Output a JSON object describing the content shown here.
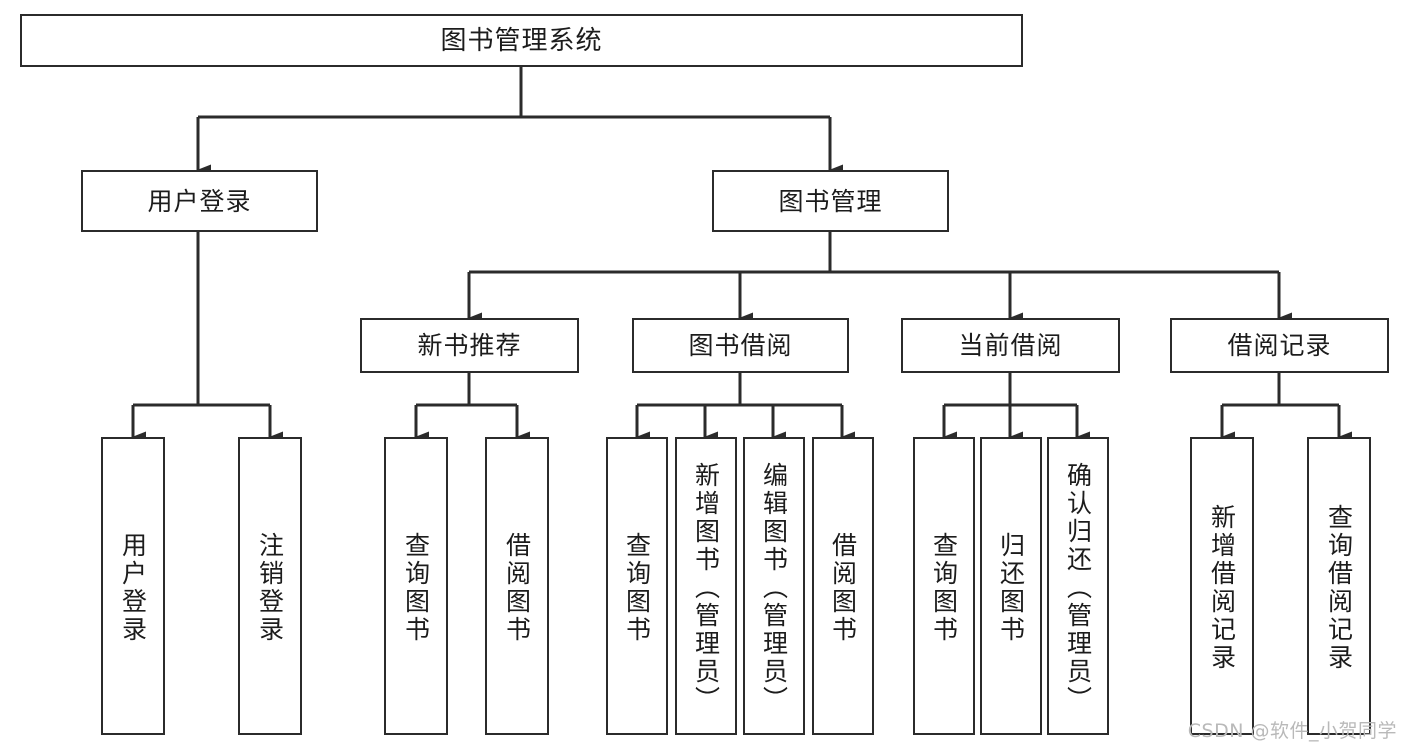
{
  "diagram": {
    "type": "tree-hierarchy-chart",
    "title": "图书管理系统",
    "background_color": "#ffffff",
    "line_color": "#2b2b2b",
    "box_border_color": "#2b2b2b",
    "text_color": "#1c1c1c",
    "levels": 4
  },
  "root": {
    "label": "图书管理系统"
  },
  "level2": [
    {
      "label": "用户登录"
    },
    {
      "label": "图书管理"
    }
  ],
  "level3": [
    {
      "label": "新书推荐"
    },
    {
      "label": "图书借阅"
    },
    {
      "label": "当前借阅"
    },
    {
      "label": "借阅记录"
    }
  ],
  "leaves": {
    "user_login": [
      {
        "label": "用户登录"
      },
      {
        "label": "注销登录"
      }
    ],
    "new_book_recommend": [
      {
        "label": "查询图书"
      },
      {
        "label": "借阅图书"
      }
    ],
    "book_borrow": [
      {
        "label": "查询图书"
      },
      {
        "label": "新增图书（管理员）"
      },
      {
        "label": "编辑图书（管理员）"
      },
      {
        "label": "借阅图书"
      }
    ],
    "current_borrow": [
      {
        "label": "查询图书"
      },
      {
        "label": "归还图书"
      },
      {
        "label": "确认归还（管理员）"
      }
    ],
    "borrow_record": [
      {
        "label": "新增借阅记录"
      },
      {
        "label": "查询借阅记录"
      }
    ]
  },
  "watermark": {
    "text": "CSDN @软件_小贺同学"
  }
}
